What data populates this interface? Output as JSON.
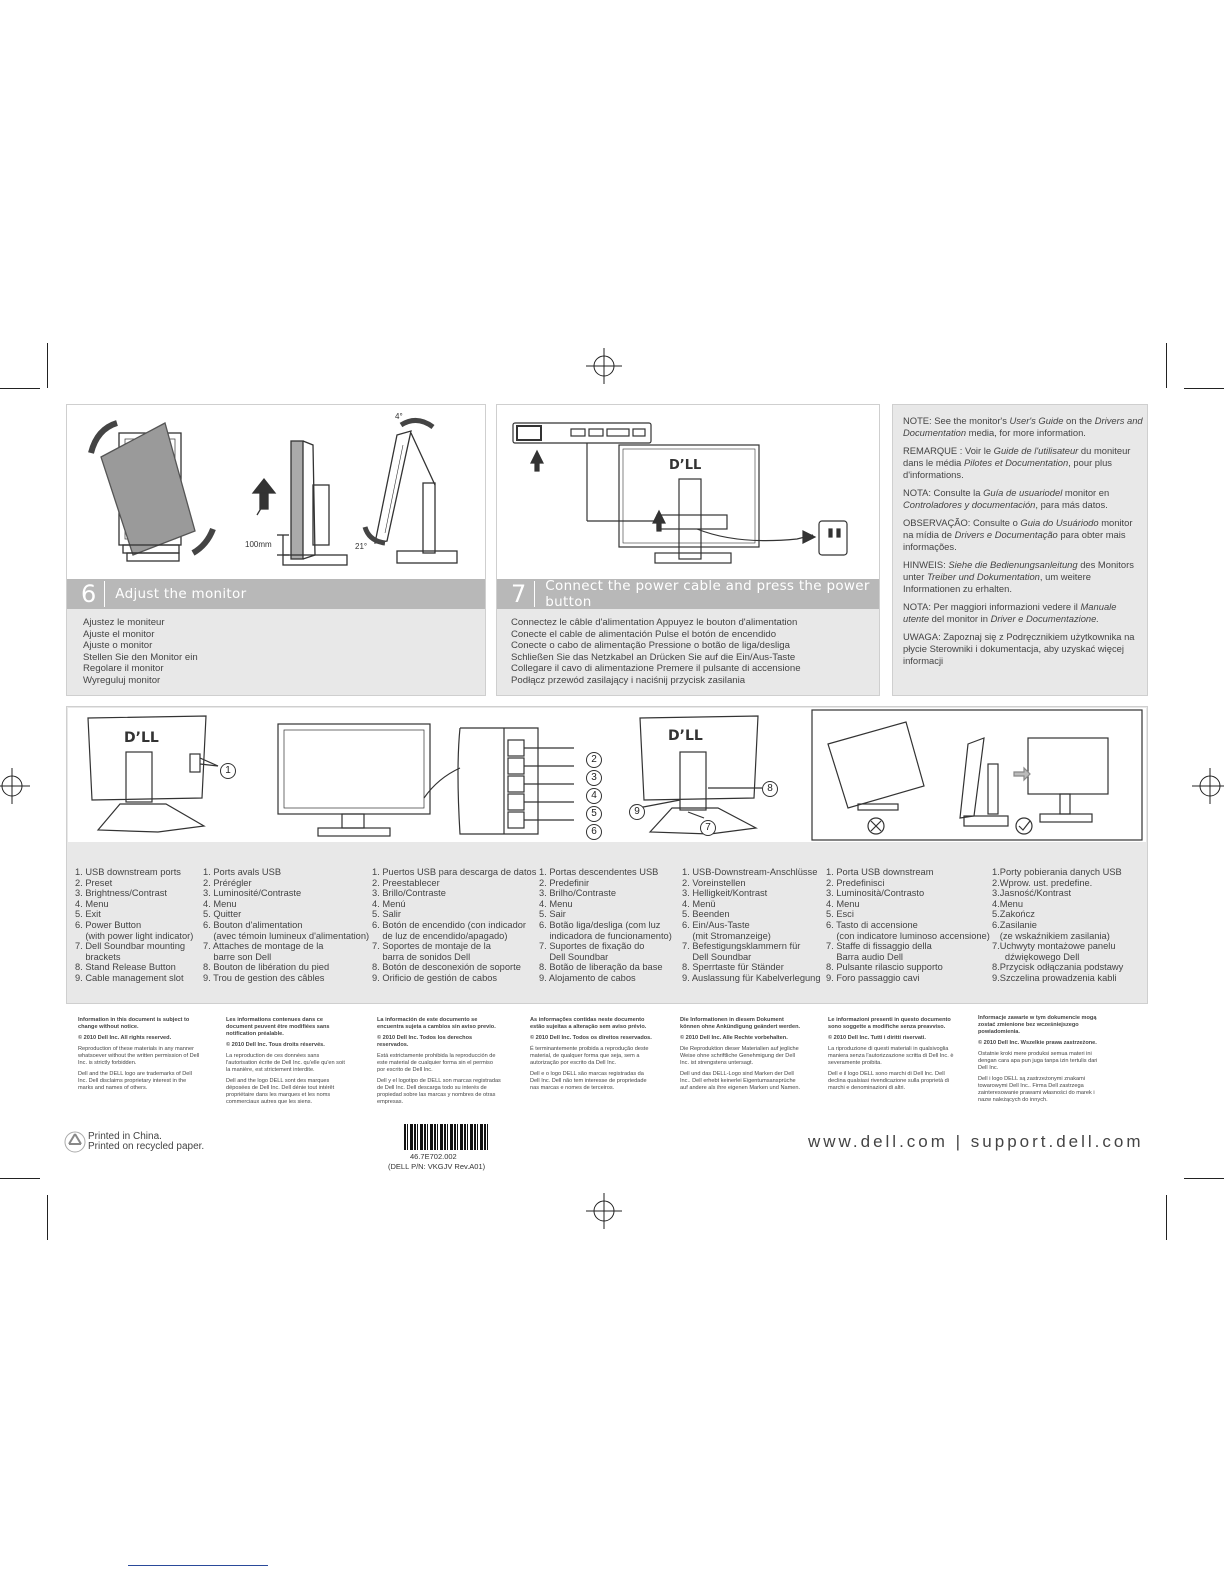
{
  "steps": {
    "step6": {
      "number": "6",
      "title": "Adjust the monitor",
      "translations": [
        "Ajustez le moniteur",
        "Ajuste el monitor",
        "Ajuste o monitor",
        "Stellen Sie den Monitor ein",
        "Regolare il monitor",
        "Wyreguluj monitor"
      ],
      "labels": {
        "tilt_top": "4°",
        "tilt_bottom": "21°",
        "height": "100mm"
      }
    },
    "step7": {
      "number": "7",
      "title": "Connect the power cable and press the power button",
      "translations": [
        "Connectez le câble d'alimentation  Appuyez le bouton d'alimentation",
        "Conecte el cable de alimentación  Pulse el botón de encendido",
        "Conecte o cabo de alimentação  Pressione o botão de liga/desliga",
        "Schließen Sie das Netzkabel an  Drücken Sie auf die Ein/Aus-Taste",
        "Collegare il cavo di alimentazione  Premere il pulsante di accensione",
        "Podłącz przewód zasilający i naciśnij przycisk zasilania"
      ]
    }
  },
  "notes": {
    "en": {
      "pre": "NOTE: See the monitor's ",
      "i1": "User's Guide",
      "mid": " on the ",
      "i2": "Drivers and Documentation",
      "post": " media, for more information."
    },
    "fr": {
      "pre": "REMARQUE : Voir le ",
      "i1": "Guide de l'utilisateur",
      "mid": " du moniteur dans le média ",
      "i2": "Pilotes et Documentation",
      "post": ", pour plus d'informations."
    },
    "es": {
      "pre": "NOTA: Consulte la ",
      "i1": "Guía de usuariodel",
      "mid": " monitor en ",
      "i2": "Controladores y documentación",
      "post": ", para más datos."
    },
    "pt": {
      "pre": "OBSERVAÇÃO: Consulte o ",
      "i1": "Guia do Usuáriodo",
      "mid": " monitor na mídia de ",
      "i2": "Drivers e Documentação",
      "post": " para obter mais informações."
    },
    "de": {
      "pre": "HINWEIS: ",
      "i1": "Siehe die Bedienungsanleitung",
      "mid": " des Monitors unter ",
      "i2": "Treiber und Dokumentation",
      "post": ", um weitere Informationen zu erhalten."
    },
    "it": {
      "pre": "NOTA: Per maggiori informazioni vedere il ",
      "i1": "Manuale utente",
      "mid": " del monitor in ",
      "i2": "Driver e Documentazione.",
      "post": ""
    },
    "pl": {
      "pre": "UWAGA: Zapoznaj się z Podręcznikiem użytkownika na płycie Sterowniki i dokumentacja, aby uzyskać więcej informacji",
      "i1": "",
      "mid": "",
      "i2": "",
      "post": ""
    }
  },
  "callouts": [
    "1",
    "2",
    "3",
    "4",
    "5",
    "6",
    "7",
    "8",
    "9"
  ],
  "features": {
    "en": "1. USB downstream ports\n2. Preset\n3. Brightness/Contrast\n4. Menu\n5. Exit\n6. Power Button\n    (with power light indicator)\n7. Dell Soundbar mounting\n    brackets\n8. Stand Release Button\n9. Cable management slot",
    "fr": "1. Ports avals USB\n2. Prérégler\n3. Luminosité/Contraste\n4. Menu\n5. Quitter\n6. Bouton d'alimentation\n    (avec témoin lumineux d'alimentation)\n7. Attaches de montage de la\n    barre son Dell\n8. Bouton de libération du pied\n9. Trou de gestion des câbles",
    "es": "1. Puertos USB para descarga de datos\n2. Preestablecer\n3. Brillo/Contraste\n4. Menú\n5. Salir\n6. Botón de encendido (con indicador\n    de luz de encendido/apagado)\n7. Soportes de montaje de la\n    barra de sonidos Dell\n8. Botón de desconexión de soporte\n9. Orificio de gestión de cabos",
    "pt": "1. Portas descendentes USB\n2. Predefinir\n3. Brilho/Contraste\n4. Menu\n5. Sair\n6. Botão liga/desliga (com luz\n    indicadora de funcionamento)\n7. Suportes de fixação do\n    Dell Soundbar\n8. Botão de liberação da base\n9. Alojamento de cabos",
    "de": "1. USB-Downstream-Anschlüsse\n2. Voreinstellen\n3. Helligkeit/Kontrast\n4. Menü\n5. Beenden\n6. Ein/Aus-Taste\n    (mit Stromanzeige)\n7. Befestigungsklammern für\n    Dell Soundbar\n8. Sperrtaste für Ständer\n9. Auslassung für Kabelverlegung",
    "it": "1. Porta USB downstream\n2. Predefinisci\n3. Luminosità/Contrasto\n4. Menu\n5. Esci\n6. Tasto di accensione\n    (con indicatore luminoso accensione)\n7. Staffe di fissaggio della\n    Barra audio Dell\n8. Pulsante rilascio supporto\n9. Foro passaggio cavi",
    "pl": "1.Porty pobierania danych USB\n2.Wprow. ust. predefine.\n3.Jasność/Kontrast\n4.Menu\n5.Zakończ\n6.Zasilanie\n   (ze wskaźnikiem zasilania)\n7.Uchwyty montażowe panelu\n     dźwiękowego Dell\n8.Przycisk odłączania podstawy\n9.Szczelina prowadzenia kabli"
  },
  "legal": {
    "en": {
      "head": "Information in this document is subject to change without notice.",
      "copy": "© 2010 Dell Inc. All rights reserved.",
      "p1": "Reproduction of these materials in any manner whatsoever without the written permission of Dell Inc. is strictly forbidden.",
      "p2": "Dell and the DELL logo are trademarks of Dell Inc. Dell disclaims proprietary interest in the marks and names of others."
    },
    "fr": {
      "head": "Les informations contenues dans ce document peuvent être modifiées sans notification préalable.",
      "copy": "© 2010  Dell Inc. Tous droits réservés.",
      "p1": "La reproduction de ces données sans l'autorisation écrite de Dell Inc. qu'elle qu'en soit la manière, est strictement interdite.",
      "p2": "Dell and the logo DELL sont des marques déposées de Dell Inc. Dell dénie tout intérêt propriétaire dans les marques et les noms commerciaux autres que les siens."
    },
    "es": {
      "head": "La información de este documento se encuentra sujeta a cambios sin aviso previo.",
      "copy": "© 2010  Dell Inc. Todos los derechos reservados.",
      "p1": "Está estrictamente prohibida la reproducción de este material de cualquier forma sin el permiso por escrito de Dell Inc.",
      "p2": "Dell y el logotipo de DELL son marcas registradas de Dell Inc. Dell descarga todo su interés de propiedad sobre las marcas y nombres de otras empresas."
    },
    "pt": {
      "head": "As informações contidas neste documento estão sujeitas a alteração sem aviso prévio.",
      "copy": "© 2010  Dell Inc. Todos os direitos reservados.",
      "p1": "É terminantemente proibida a reprodução deste material, de qualquer forma que seja, sem a autorização por escrito da Dell Inc.",
      "p2": "Dell e o logo DELL são marcas registradas da Dell Inc. Dell não tem interesse de propriedade nas marcas e nomes de terceiros."
    },
    "de": {
      "head": "Die Informationen in diesem Dokument können ohne Ankündigung geändert werden.",
      "copy": "© 2010  Dell Inc. Alle Rechte vorbehalten.",
      "p1": "Die Reproduktion dieser Materialien auf jegliche Weise ohne schriftliche Genehmigung der Dell Inc. ist strengstens untersagt.",
      "p2": "Dell und das DELL-Logo sind Marken der Dell Inc.. Dell erhebt keinerlei Eigentumsansprüche auf andere als ihre eigenen Marken und Namen."
    },
    "it": {
      "head": "Le informazioni presenti in questo documento sono soggette a modifiche senza preavviso.",
      "copy": "© 2010  Dell Inc. Tutti i diritti riservati.",
      "p1": "La riproduzione di questi materiali in qualsivoglia maniera senza l'autorizzazione scritta di Dell Inc. è severamente proibita.",
      "p2": "Dell e il logo DELL sono marchi di Dell Inc. Dell declina qualsiasi rivendicazione sulla proprietà di marchi e denominazioni di altri."
    },
    "pl": {
      "head": "Informacje zawarte w tym dokumencie mogą zostać zmienione bez wcześniejszego powiadomienia.",
      "copy": "© 2010 Dell Inc. Wszelkie prawa zastrzeżone.",
      "p1": "Ostatnie kroki mere produksi semua materi ini dengan cara apa pun juga tanpa izin tertulis dari Dell Inc.",
      "p2": "Dell i logo DELL są zastrzeżonymi znakami towarowymi Dell Inc.. Firma Dell zastrzega zainteresowanie prawami własności do marek i nazw należących do innych."
    }
  },
  "footer": {
    "printed_china": "Printed in China.",
    "printed_recycled": "Printed on recycled paper.",
    "part_number": "46.7E702.002",
    "dell_pn": "(DELL P/N: VKGJV Rev.A01)",
    "url": "www.dell.com | support.dell.com"
  },
  "icons": {
    "recycle": "recycle-icon",
    "barcode": "barcode",
    "registration": "registration-mark-icon"
  },
  "colors": {
    "panel_bg": "#e8e8e8",
    "step_bar": "#b8b8b8",
    "text": "#333333"
  }
}
